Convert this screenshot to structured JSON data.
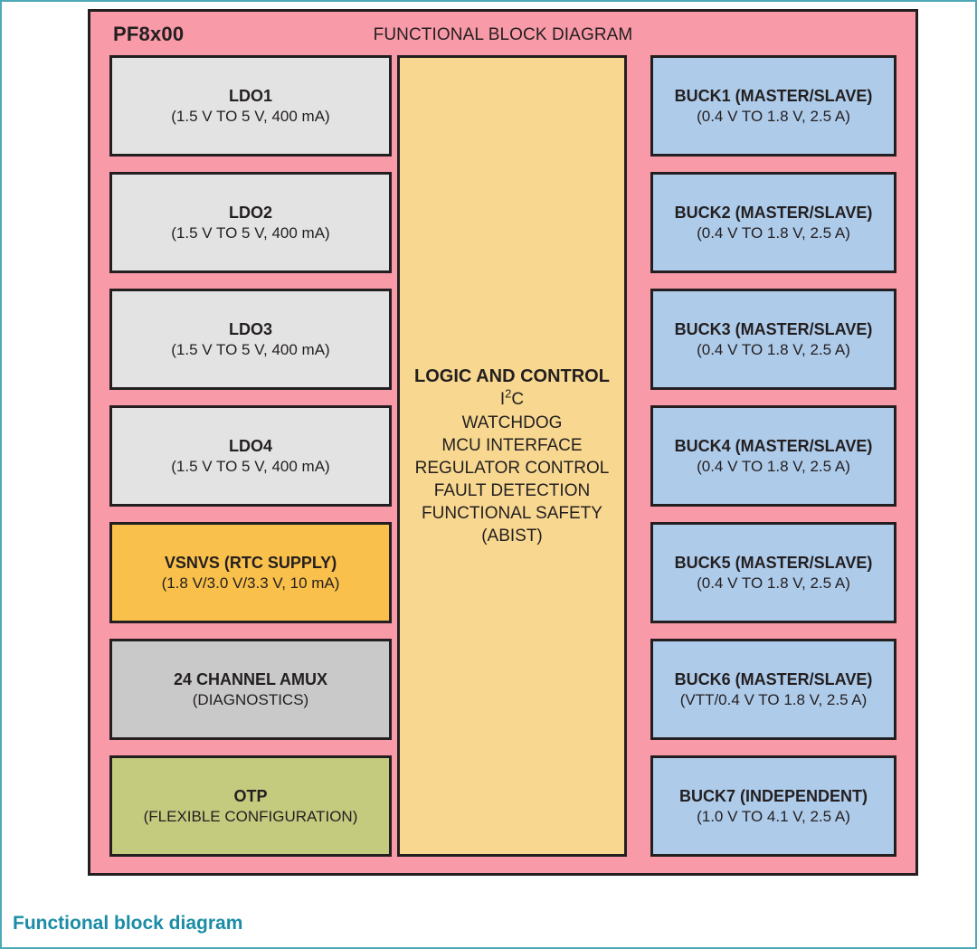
{
  "page": {
    "caption": "Functional block diagram",
    "caption_color": "#1B8CA6",
    "border_color": "#4fa8b8"
  },
  "chip": {
    "part_number": "PF8x00",
    "title": "FUNCTIONAL BLOCK DIAGRAM",
    "background_color": "#F89AA8",
    "border_color": "#231f20"
  },
  "left_column": {
    "blocks": [
      {
        "title": "LDO1",
        "sub": "(1.5 V TO 5 V, 400 mA)",
        "color": "#E3E3E3"
      },
      {
        "title": "LDO2",
        "sub": "(1.5 V TO 5 V, 400 mA)",
        "color": "#E3E3E3"
      },
      {
        "title": "LDO3",
        "sub": "(1.5 V TO 5 V, 400 mA)",
        "color": "#E3E3E3"
      },
      {
        "title": "LDO4",
        "sub": "(1.5 V TO 5 V, 400 mA)",
        "color": "#E3E3E3"
      },
      {
        "title": "VSNVS (RTC SUPPLY)",
        "sub": "(1.8 V/3.0 V/3.3 V, 10 mA)",
        "color": "#F9C04B"
      },
      {
        "title": "24 CHANNEL AMUX",
        "sub": "(DIAGNOSTICS)",
        "color": "#C9C9C9"
      },
      {
        "title": "OTP",
        "sub": "(FLEXIBLE CONFIGURATION)",
        "color": "#C4CB7E"
      }
    ]
  },
  "center_column": {
    "color": "#F8D890",
    "title": "LOGIC AND CONTROL",
    "lines": [
      "I2C",
      "WATCHDOG",
      "MCU INTERFACE",
      "REGULATOR CONTROL",
      "FAULT DETECTION",
      "FUNCTIONAL SAFETY",
      "(ABIST)"
    ],
    "i2c_prefix": "I",
    "i2c_superscript": "2",
    "i2c_suffix": "C"
  },
  "right_column": {
    "blocks": [
      {
        "title": "BUCK1 (MASTER/SLAVE)",
        "sub": "(0.4 V TO 1.8 V, 2.5 A)",
        "color": "#AECBEA"
      },
      {
        "title": "BUCK2 (MASTER/SLAVE)",
        "sub": "(0.4 V TO 1.8 V, 2.5 A)",
        "color": "#AECBEA"
      },
      {
        "title": "BUCK3 (MASTER/SLAVE)",
        "sub": "(0.4 V TO 1.8 V, 2.5 A)",
        "color": "#AECBEA"
      },
      {
        "title": "BUCK4 (MASTER/SLAVE)",
        "sub": "(0.4 V TO 1.8 V, 2.5 A)",
        "color": "#AECBEA"
      },
      {
        "title": "BUCK5 (MASTER/SLAVE)",
        "sub": "(0.4 V TO 1.8 V, 2.5 A)",
        "color": "#AECBEA"
      },
      {
        "title": "BUCK6 (MASTER/SLAVE)",
        "sub": "(VTT/0.4 V TO 1.8 V, 2.5 A)",
        "color": "#AECBEA"
      },
      {
        "title": "BUCK7 (INDEPENDENT)",
        "sub": "(1.0 V TO 4.1 V, 2.5 A)",
        "color": "#AECBEA"
      }
    ]
  }
}
